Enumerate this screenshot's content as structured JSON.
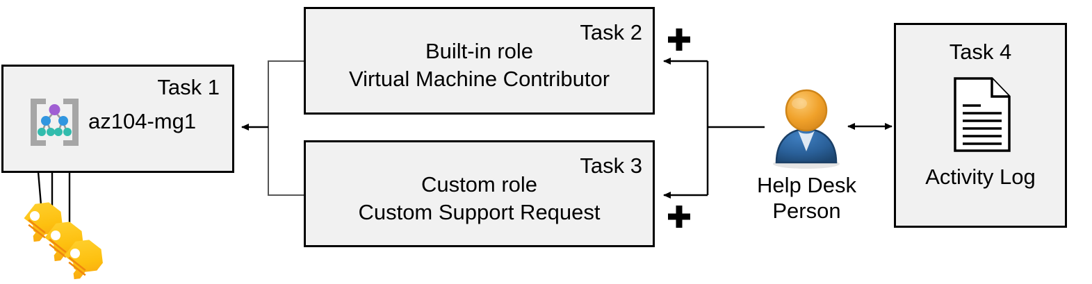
{
  "diagram": {
    "title": "Azure RBAC task diagram",
    "colors": {
      "box_fill": "#f1f1f1",
      "box_stroke": "#000000",
      "connector": "#000000",
      "key_yellow": "#ffc20e",
      "key_orange": "#f9a11b",
      "mg_purple": "#a05fd3",
      "mg_blue": "#3196e0",
      "mg_teal": "#32bcad",
      "mg_bracket": "#a0a0a0",
      "person_head": "#f0a22e",
      "person_body": "#2a6099"
    },
    "nodes": [
      {
        "id": "task1",
        "task_label": "Task 1",
        "body_text": "az104-mg1",
        "icon": "management-group-icon"
      },
      {
        "id": "task2",
        "task_label": "Task 2",
        "line1": "Built-in role",
        "line2": "Virtual Machine Contributor"
      },
      {
        "id": "task3",
        "task_label": "Task 3",
        "line1": "Custom role",
        "line2": "Custom Support Request"
      },
      {
        "id": "task4",
        "task_label": "Task 4",
        "body_text": "Activity Log",
        "icon": "document-icon"
      }
    ],
    "actor": {
      "id": "help-desk-person",
      "line1": "Help Desk",
      "line2": "Person",
      "icon": "person-icon"
    },
    "operators": [
      {
        "id": "plus-top",
        "symbol": "+"
      },
      {
        "id": "plus-bottom",
        "symbol": "+"
      }
    ],
    "keys": {
      "id": "keys-icon",
      "count": 3,
      "icon": "key-icon"
    }
  }
}
